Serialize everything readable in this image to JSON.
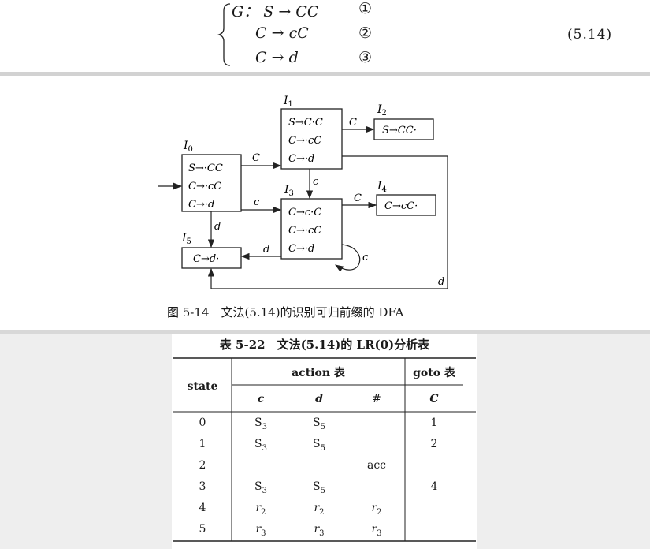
{
  "grammar": {
    "lines": [
      {
        "prefix": "G：",
        "lhs": "S",
        "rhs": "CC",
        "num": "①"
      },
      {
        "prefix": "",
        "lhs": "C",
        "rhs": "cC",
        "num": "②"
      },
      {
        "prefix": "",
        "lhs": "C",
        "rhs": "d",
        "num": "③"
      }
    ],
    "arrow": "→",
    "equation_number": "(5.14)"
  },
  "dfa": {
    "caption": "图 5-14　文法(5.14)的识别可归前缀的 DFA",
    "states": [
      {
        "id": "I0",
        "name": "I",
        "sub": "0",
        "items": [
          "S→·CC",
          "C→·cC",
          "C→·d"
        ]
      },
      {
        "id": "I1",
        "name": "I",
        "sub": "1",
        "items": [
          "S→C·C",
          "C→·cC",
          "C→·d"
        ]
      },
      {
        "id": "I2",
        "name": "I",
        "sub": "2",
        "items": [
          "S→CC·"
        ]
      },
      {
        "id": "I3",
        "name": "I",
        "sub": "3",
        "items": [
          "C→c·C",
          "C→·cC",
          "C→·d"
        ]
      },
      {
        "id": "I4",
        "name": "I",
        "sub": "4",
        "items": [
          "C→cC·"
        ]
      },
      {
        "id": "I5",
        "name": "I",
        "sub": "5",
        "items": [
          "C→d·"
        ]
      }
    ],
    "transitions": [
      {
        "from": "I0",
        "to": "I1",
        "label": "C"
      },
      {
        "from": "I0",
        "to": "I3",
        "label": "c"
      },
      {
        "from": "I0",
        "to": "I5",
        "label": "d"
      },
      {
        "from": "I1",
        "to": "I2",
        "label": "C"
      },
      {
        "from": "I1",
        "to": "I3",
        "label": "c"
      },
      {
        "from": "I1",
        "to": "I5",
        "label": "d"
      },
      {
        "from": "I3",
        "to": "I4",
        "label": "C"
      },
      {
        "from": "I3",
        "to": "I3",
        "label": "c"
      },
      {
        "from": "I3",
        "to": "I5",
        "label": "d"
      }
    ]
  },
  "table": {
    "title": "表 5-22　文法(5.14)的 LR(0)分析表",
    "header": {
      "state": "state",
      "action": "action 表",
      "goto": "goto 表"
    },
    "columns": [
      "c",
      "d",
      "#",
      "C"
    ],
    "rows": [
      {
        "state": "0",
        "c": "S3",
        "d": "S5",
        "hash": "",
        "C": "1"
      },
      {
        "state": "1",
        "c": "S3",
        "d": "S5",
        "hash": "",
        "C": "2"
      },
      {
        "state": "2",
        "c": "",
        "d": "",
        "hash": "acc",
        "C": ""
      },
      {
        "state": "3",
        "c": "S3",
        "d": "S5",
        "hash": "",
        "C": "4"
      },
      {
        "state": "4",
        "c": "r2",
        "d": "r2",
        "hash": "r2",
        "C": ""
      },
      {
        "state": "5",
        "c": "r3",
        "d": "r3",
        "hash": "r3",
        "C": ""
      }
    ]
  }
}
